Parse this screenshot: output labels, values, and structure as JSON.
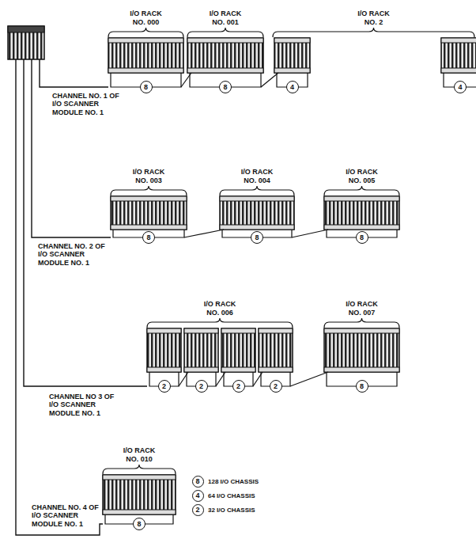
{
  "diagram": {
    "nodes": [
      {
        "text": [
          "8"
        ]
      },
      {
        "text": [
          "8"
        ]
      },
      {
        "text": [
          "4"
        ]
      },
      {
        "text": [
          "4"
        ]
      },
      {
        "text": [
          "8"
        ]
      },
      {
        "text": [
          "8"
        ]
      },
      {
        "text": [
          "8"
        ]
      },
      {
        "text": [
          "2"
        ]
      },
      {
        "text": [
          "2"
        ]
      },
      {
        "text": [
          "2"
        ]
      },
      {
        "text": [
          "2"
        ]
      },
      {
        "text": [
          "8"
        ]
      },
      {
        "text": [
          "8"
        ]
      }
    ],
    "labels": [
      "I/O RACK NO. 000",
      "I/O RACK NO. 001",
      "I/O RACK NO. 2",
      "CHANNEL NO. 1 OF I/O SCANNER MODULE NO. 1",
      "I/O RACK NO. 003",
      "I/O RACK NO. 004",
      "I/O RACK NO. 005",
      "CHANNEL NO. 2 OF I/O SCANNER MODULE NO. 1",
      "I/O RACK NO. 006",
      "I/O RACK NO. 007",
      "CHANNEL NO 3 OF I/O SCANNER MODULE NO. 1",
      "I/O RACK NO. 010",
      "8",
      "4",
      "2",
      "CHANNEL NO. 4 OF I/O SCANNER MODULE NO. 1"
    ],
    "legend": [
      {
        "text": "128 I/O CHASSIS"
      },
      {
        "text": "64 I/O CHASSIS"
      },
      {
        "text": "32 I/O CHASSIS"
      }
    ]
  }
}
